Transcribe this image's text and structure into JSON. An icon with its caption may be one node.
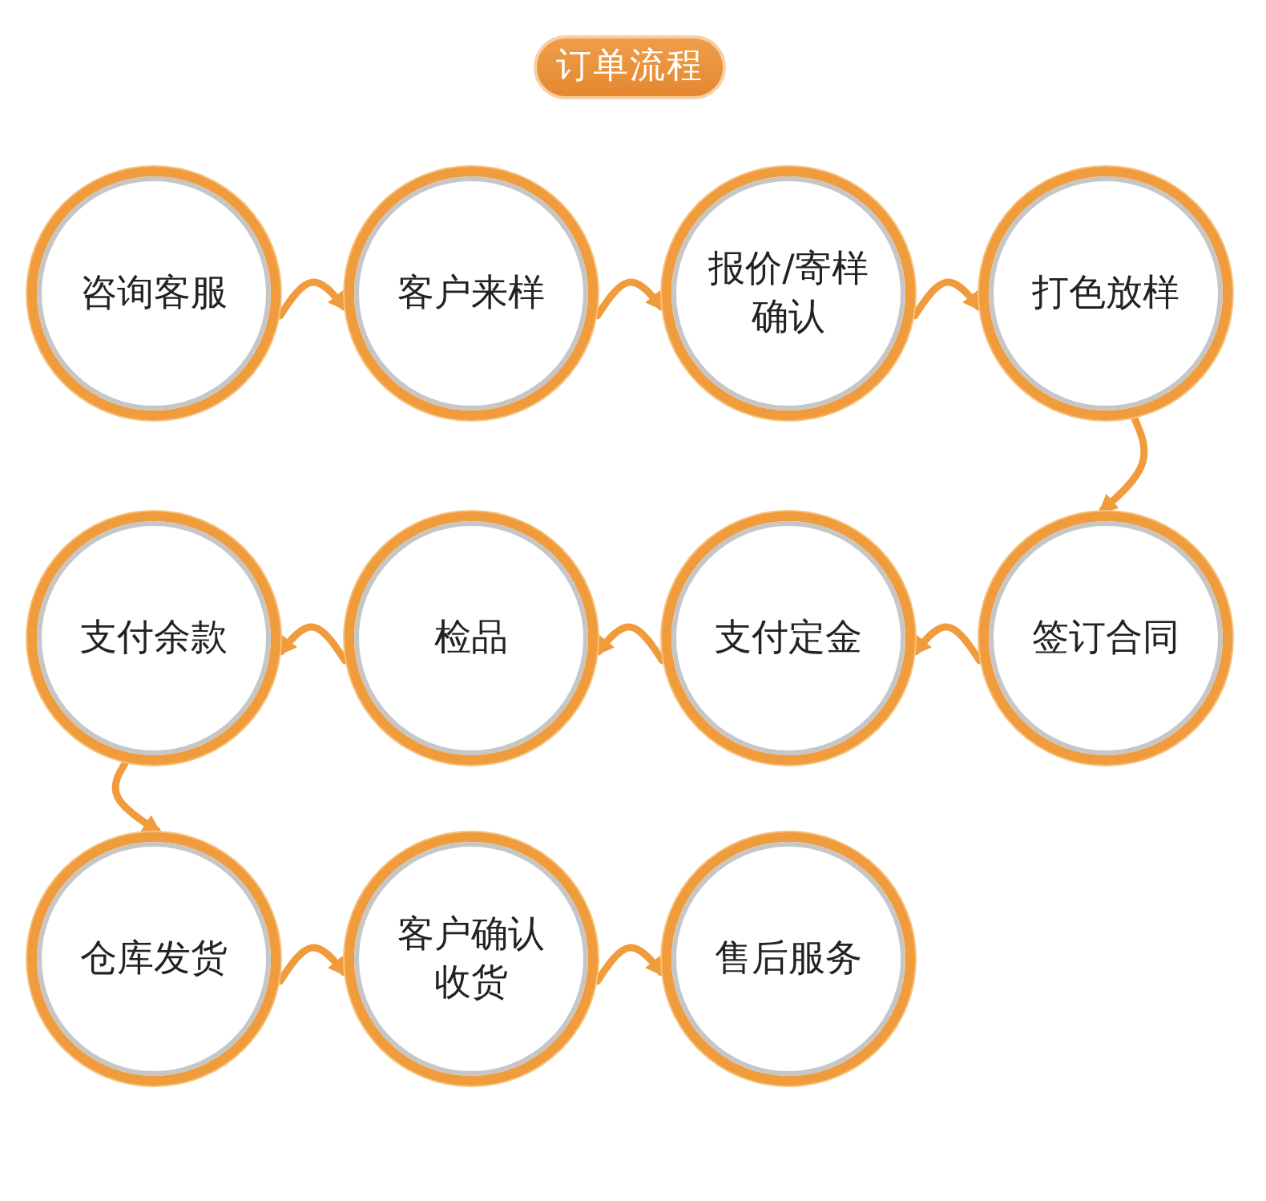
{
  "diagram": {
    "title": "订单流程",
    "nodes": [
      {
        "text": [
          "咨询客服"
        ]
      },
      {
        "text": [
          "客户来样"
        ]
      },
      {
        "text": [
          "报价/寄样确认"
        ]
      },
      {
        "text": [
          "打色放样"
        ]
      },
      {
        "text": [
          "签订合同"
        ]
      },
      {
        "text": [
          "支付定金"
        ]
      },
      {
        "text": [
          "检品"
        ]
      },
      {
        "text": [
          "支付余款"
        ]
      },
      {
        "text": [
          "仓库发货"
        ]
      },
      {
        "text": [
          "客户确认收货"
        ]
      },
      {
        "text": [
          "售后服务"
        ]
      }
    ],
    "edges": [
      {
        "from": 0,
        "to": 1,
        "arrow": "to"
      },
      {
        "from": 1,
        "to": 2,
        "arrow": "to"
      },
      {
        "from": 2,
        "to": 3,
        "arrow": "to"
      },
      {
        "from": 3,
        "to": 4,
        "arrow": "to"
      },
      {
        "from": 4,
        "to": 5,
        "arrow": "to"
      },
      {
        "from": 5,
        "to": 6,
        "arrow": "to"
      },
      {
        "from": 6,
        "to": 7,
        "arrow": "to"
      },
      {
        "from": 7,
        "to": 8,
        "arrow": "to"
      },
      {
        "from": 8,
        "to": 9,
        "arrow": "to"
      },
      {
        "from": 9,
        "to": 10,
        "arrow": "to"
      }
    ]
  }
}
